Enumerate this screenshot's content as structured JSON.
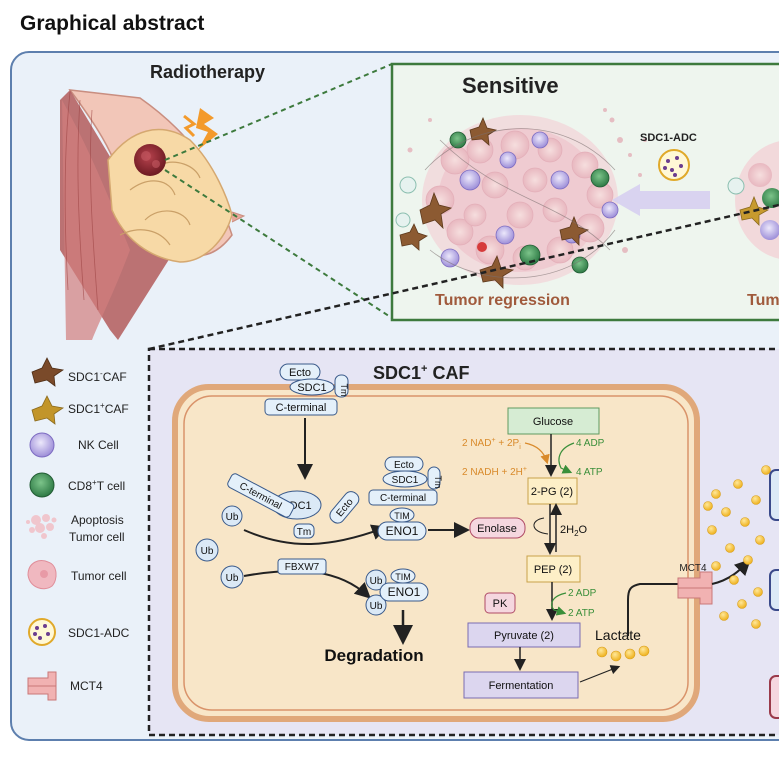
{
  "page": {
    "title": "Graphical abstract"
  },
  "top": {
    "radiotherapy": "Radiotherapy",
    "sensitive_title": "Sensitive",
    "adc_label": "SDC1-ADC",
    "tumor_regression": "Tumor regression",
    "tumor_cut": "Tum"
  },
  "legend": {
    "items": [
      {
        "id": "sdc1-neg-caf",
        "base": "SDC1",
        "sup": "-",
        "rest": "CAF"
      },
      {
        "id": "sdc1-pos-caf",
        "base": "SDC1",
        "sup": "+",
        "rest": "CAF"
      },
      {
        "id": "nk-cell",
        "line1": "NK Cell"
      },
      {
        "id": "cd8-t-cell",
        "base": "CD8",
        "sup": "+",
        "rest": "T cell"
      },
      {
        "id": "apoptosis-tumor-cell",
        "line1": "Apoptosis",
        "line2": "Tumor cell"
      },
      {
        "id": "tumor-cell",
        "line1": "Tumor cell"
      },
      {
        "id": "sdc1-adc",
        "line1": "SDC1-ADC"
      },
      {
        "id": "mct4",
        "line1": "MCT4"
      }
    ]
  },
  "caf": {
    "title_base": "SDC1",
    "title_sup": "+",
    "title_rest": " CAF",
    "membrane": {
      "ecto": "Ecto",
      "sdc1": "SDC1",
      "tm": "Tm",
      "cterminal": "C-terminal"
    },
    "center": {
      "sdc1": "SDC1",
      "cterminal": "C-terminal",
      "ecto": "Ecto",
      "tm": "Tm"
    },
    "right_complex": {
      "ecto": "Ecto",
      "sdc1": "SDC1",
      "tm": "Tm",
      "cterminal": "C-terminal",
      "tim": "TIM",
      "eno1": "ENO1"
    },
    "ub": "Ub",
    "fbxw7": "FBXW7",
    "lower_complex": {
      "tim": "TIM",
      "eno1": "ENO1"
    },
    "degradation": "Degradation",
    "enolase": "Enolase",
    "glycolysis": {
      "glucose": "Glucose",
      "nad": "2 NAD",
      "nad_tail": " + 2P",
      "nad_sub": "i",
      "nadh": "2 NADH + 2H",
      "adp4": "4 ADP",
      "atp4": "4 ATP",
      "pg": "2-PG (2)",
      "h2o_pre": "2H",
      "h2o_sub": "2",
      "h2o_post": "O",
      "pep": "PEP (2)",
      "pk": "PK",
      "adp2": "2 ADP",
      "atp2": "2 ATP",
      "pyruvate": "Pyruvate (2)",
      "fermentation": "Fermentation",
      "lactate": "Lactate"
    },
    "mct4": "MCT4"
  }
}
